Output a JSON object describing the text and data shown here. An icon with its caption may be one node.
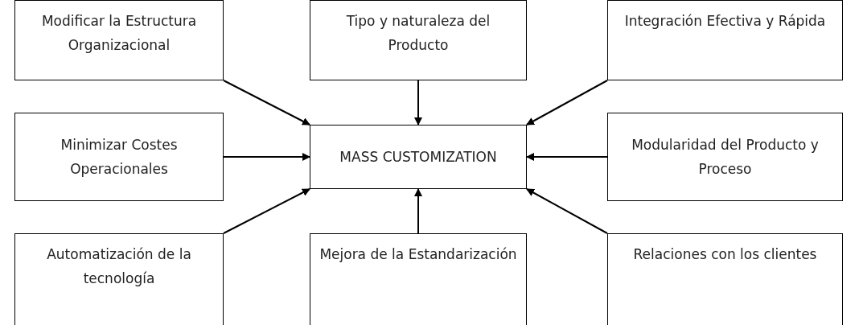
{
  "diagram": {
    "nodes": [
      {
        "text": [
          "Modificar la Estructura Organizacional"
        ]
      },
      {
        "text": [
          "Tipo y naturaleza del Producto"
        ]
      },
      {
        "text": [
          "Integración Efectiva y Rápida"
        ]
      },
      {
        "text": [
          "Minimizar Costes Operacionales"
        ]
      },
      {
        "text": [
          "MASS CUSTOMIZATION"
        ]
      },
      {
        "text": [
          "Modularidad del Producto y Proceso"
        ]
      },
      {
        "text": [
          "Automatización de la tecnología"
        ]
      },
      {
        "text": [
          "Mejora de la Estandarización"
        ]
      },
      {
        "text": [
          "Relaciones con los clientes"
        ]
      }
    ],
    "edges": [
      {
        "from": 0,
        "to": 4,
        "arrow": "to"
      },
      {
        "from": 1,
        "to": 4,
        "arrow": "to"
      },
      {
        "from": 2,
        "to": 4,
        "arrow": "to"
      },
      {
        "from": 3,
        "to": 4,
        "arrow": "to"
      },
      {
        "from": 5,
        "to": 4,
        "arrow": "to"
      },
      {
        "from": 6,
        "to": 4,
        "arrow": "to"
      },
      {
        "from": 7,
        "to": 4,
        "arrow": "to"
      },
      {
        "from": 8,
        "to": 4,
        "arrow": "to"
      }
    ]
  }
}
